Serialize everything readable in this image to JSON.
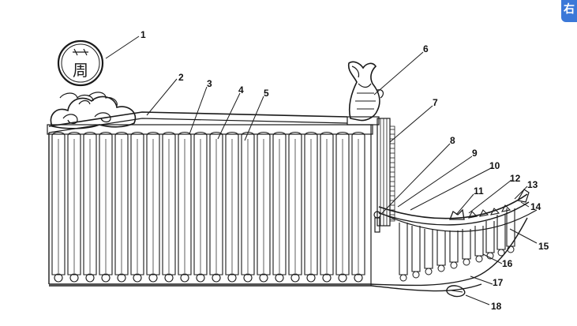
{
  "colors": {
    "ink": "#1a1a1a",
    "paper": "#ffffff",
    "badge": "#3b78d8"
  },
  "corner_badge": {
    "text": "右",
    "icon": "translate-badge-icon"
  },
  "medallion": {
    "glyph": "周"
  },
  "callouts": [
    {
      "id": 1,
      "label": "1"
    },
    {
      "id": 2,
      "label": "2"
    },
    {
      "id": 3,
      "label": "3"
    },
    {
      "id": 4,
      "label": "4"
    },
    {
      "id": 5,
      "label": "5"
    },
    {
      "id": 6,
      "label": "6"
    },
    {
      "id": 7,
      "label": "7"
    },
    {
      "id": 8,
      "label": "8"
    },
    {
      "id": 9,
      "label": "9"
    },
    {
      "id": 10,
      "label": "10"
    },
    {
      "id": 11,
      "label": "11"
    },
    {
      "id": 12,
      "label": "12"
    },
    {
      "id": 13,
      "label": "13"
    },
    {
      "id": 14,
      "label": "14"
    },
    {
      "id": 15,
      "label": "15"
    },
    {
      "id": 16,
      "label": "16"
    },
    {
      "id": 17,
      "label": "17"
    },
    {
      "id": 18,
      "label": "18"
    }
  ]
}
